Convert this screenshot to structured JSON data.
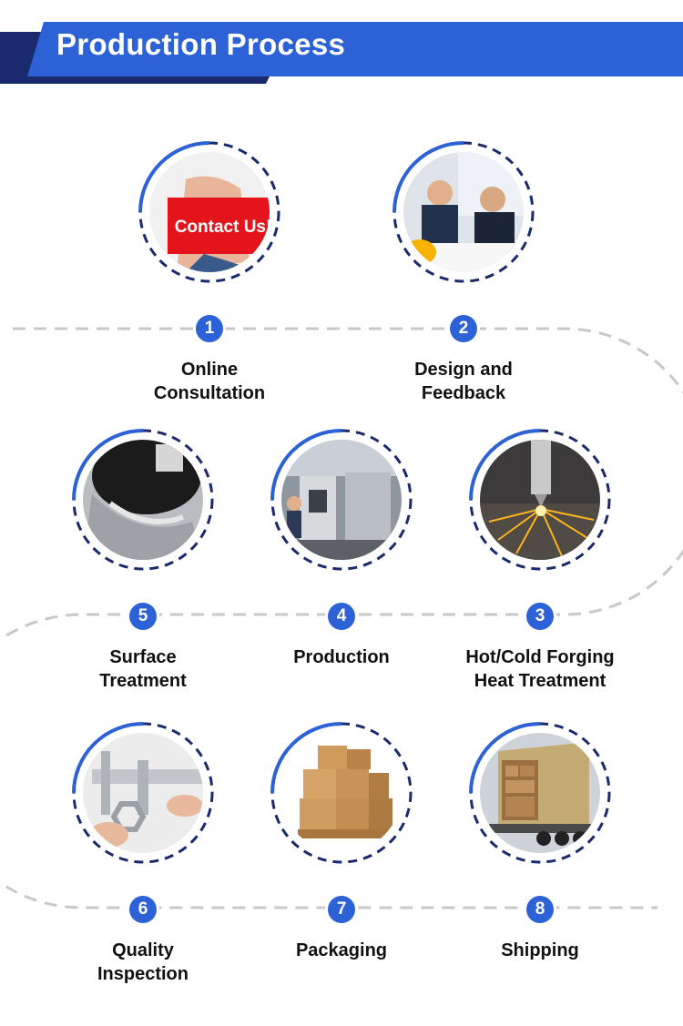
{
  "header": {
    "title": "Production Process"
  },
  "steps": [
    {
      "number": "1",
      "lines": [
        "Online",
        "Consultation"
      ],
      "image": "contact-card-image",
      "sign_text": "Contact Us!"
    },
    {
      "number": "2",
      "lines": [
        "Design and",
        "Feedback"
      ],
      "image": "business-meeting-image"
    },
    {
      "number": "3",
      "lines": [
        "Hot/Cold Forging",
        "Heat Treatment"
      ],
      "image": "laser-cutting-sparks-image"
    },
    {
      "number": "4",
      "lines": [
        "Production",
        ""
      ],
      "image": "cnc-workshop-image"
    },
    {
      "number": "5",
      "lines": [
        "Surface",
        "Treatment"
      ],
      "image": "grinding-wheel-image"
    },
    {
      "number": "6",
      "lines": [
        "Quality",
        "Inspection"
      ],
      "image": "caliper-measurement-image"
    },
    {
      "number": "7",
      "lines": [
        "Packaging",
        ""
      ],
      "image": "cardboard-boxes-pallet-image"
    },
    {
      "number": "8",
      "lines": [
        "Shipping",
        ""
      ],
      "image": "shipping-container-truck-image"
    }
  ],
  "colors": {
    "accent": "#2c62d6",
    "dark": "#1a2a6c",
    "path": "#c8c8c8"
  }
}
